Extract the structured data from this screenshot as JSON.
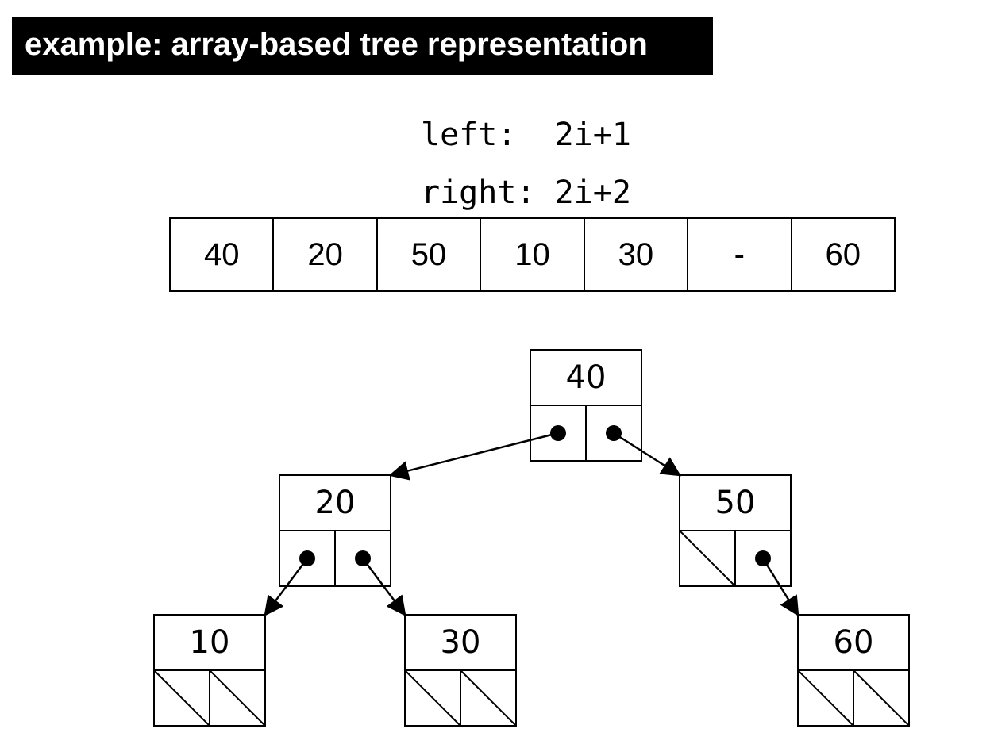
{
  "title": "example: array-based tree representation",
  "formulas": {
    "left": "left:  2i+1",
    "right": "right: 2i+2"
  },
  "array": [
    "40",
    "20",
    "50",
    "10",
    "30",
    "-",
    "60"
  ],
  "tree": {
    "nodes": [
      {
        "id": "n40",
        "label": "40",
        "left": "n20",
        "right": "n50"
      },
      {
        "id": "n20",
        "label": "20",
        "left": "n10",
        "right": "n30"
      },
      {
        "id": "n50",
        "label": "50",
        "left": null,
        "right": "n60"
      },
      {
        "id": "n10",
        "label": "10",
        "left": null,
        "right": null
      },
      {
        "id": "n30",
        "label": "30",
        "left": null,
        "right": null
      },
      {
        "id": "n60",
        "label": "60",
        "left": null,
        "right": null
      }
    ]
  }
}
